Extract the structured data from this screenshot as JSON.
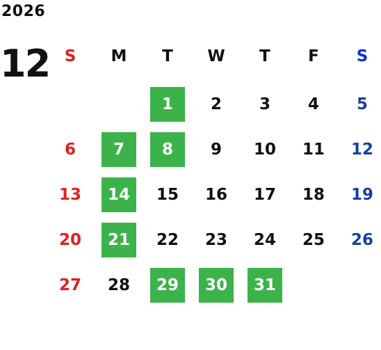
{
  "calendar": {
    "year": "2026",
    "month": "12",
    "weekdays": [
      "S",
      "M",
      "T",
      "W",
      "T",
      "F",
      "S"
    ],
    "start_weekday_index": 2,
    "days_in_month": 31,
    "highlighted_days": [
      1,
      7,
      8,
      14,
      21,
      29,
      30,
      31
    ],
    "colors": {
      "sunday": "#e02020",
      "saturday": "#1a3fa0",
      "saturday_header": "#1030d0",
      "weekday": "#111111",
      "highlight_bg": "#3cb34a",
      "highlight_text": "#ffffff"
    }
  }
}
